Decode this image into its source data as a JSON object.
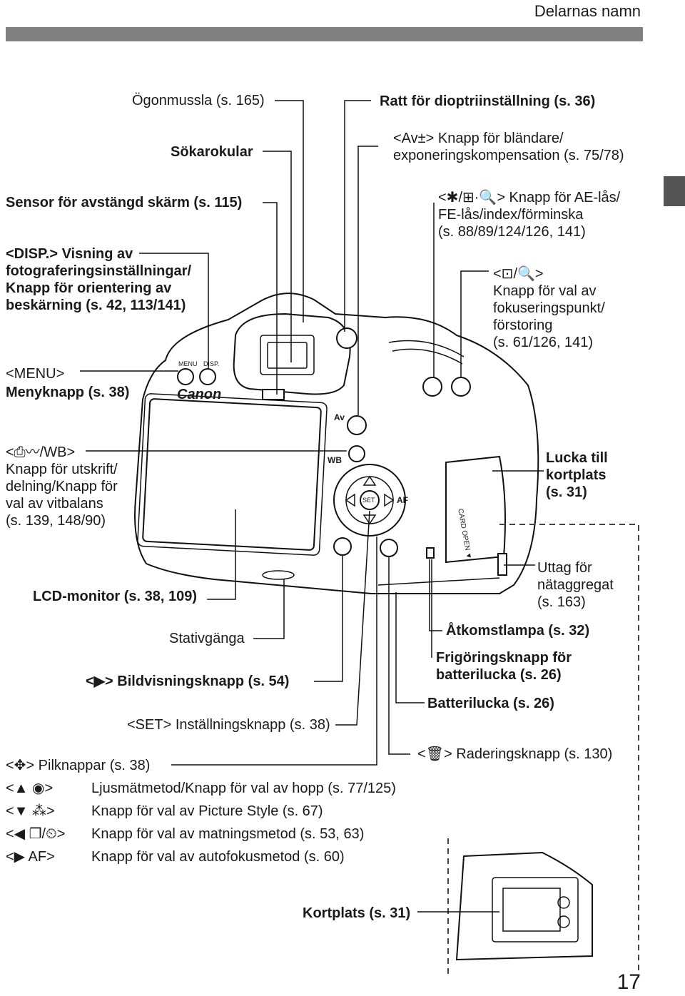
{
  "header": {
    "title": "Delarnas namn"
  },
  "page_number": "17",
  "labels": {
    "ogonmussla": "Ögonmussla (s. 165)",
    "sokarokular": "Sökarokular",
    "sensor": "Sensor för avstängd skärm (s. 115)",
    "disp": "<DISP.> Visning av\nfotograferingsinställningar/\nKnapp för orientering av\nbeskärning (s. 42, 113/141)",
    "menu_top": "<MENU>",
    "menu_bottom": "Menyknapp (s. 38)",
    "print_wb": "<⎙〰/WB>\nKnapp för utskrift/\ndelning/Knapp för\nval av vitbalans\n(s. 139, 148/90)",
    "lcd": "LCD-monitor (s. 38, 109)",
    "stativ": "Stativgänga",
    "playback": "<▶> Bildvisningsknapp (s. 54)",
    "set": "<SET> Inställningsknapp (s. 38)",
    "dioptri": "Ratt för dioptriinställning (s. 36)",
    "av_button": "<Av±> Knapp för bländare/\nexponeringskompensation (s. 75/78)",
    "ae_lock": "<✱/⊞·🔍> Knapp för AE-lås/\nFE-lås/index/förminska\n(s. 88/89/124/126, 141)",
    "af_point": "<⊡/🔍>\nKnapp för val av\nfokuseringspunkt/\nförstoring\n(s. 61/126, 141)",
    "card_door": "Lucka till\nkortplats\n(s. 31)",
    "dc_port": "Uttag för\nnätaggregat\n(s. 163)",
    "access_lamp": "Åtkomstlampa (s. 32)",
    "battery_release": "Frigöringsknapp för\nbatterilucka (s. 26)",
    "battery_cover": "Batterilucka (s. 26)",
    "erase": "<🗑> Raderingsknapp (s. 130)",
    "cross_keys": "<✥> Pilknappar (s. 38)",
    "card_slot": "Kortplats (s. 31)"
  },
  "cross_key_list": [
    {
      "key": "<▲ ◉>",
      "desc": "Ljusmätmetod/Knapp för val av hopp (s. 77/125)"
    },
    {
      "key": "<▼ ⁂>",
      "desc": "Knapp för val av Picture Style (s. 67)"
    },
    {
      "key": "<◀ ❐/⏲>",
      "desc": "Knapp för val av matningsmetod (s. 53, 63)"
    },
    {
      "key": "<▶ AF>",
      "desc": "Knapp för val av autofokusmetod (s. 60)"
    }
  ],
  "camera_markings": {
    "brand": "Canon",
    "menu_btn": "MENU",
    "disp_btn": "DISP.",
    "av_btn": "Av",
    "wb_btn": "WB",
    "set_btn": "SET",
    "af_btn": "AF",
    "card_open": "CARD OPEN ▼"
  }
}
